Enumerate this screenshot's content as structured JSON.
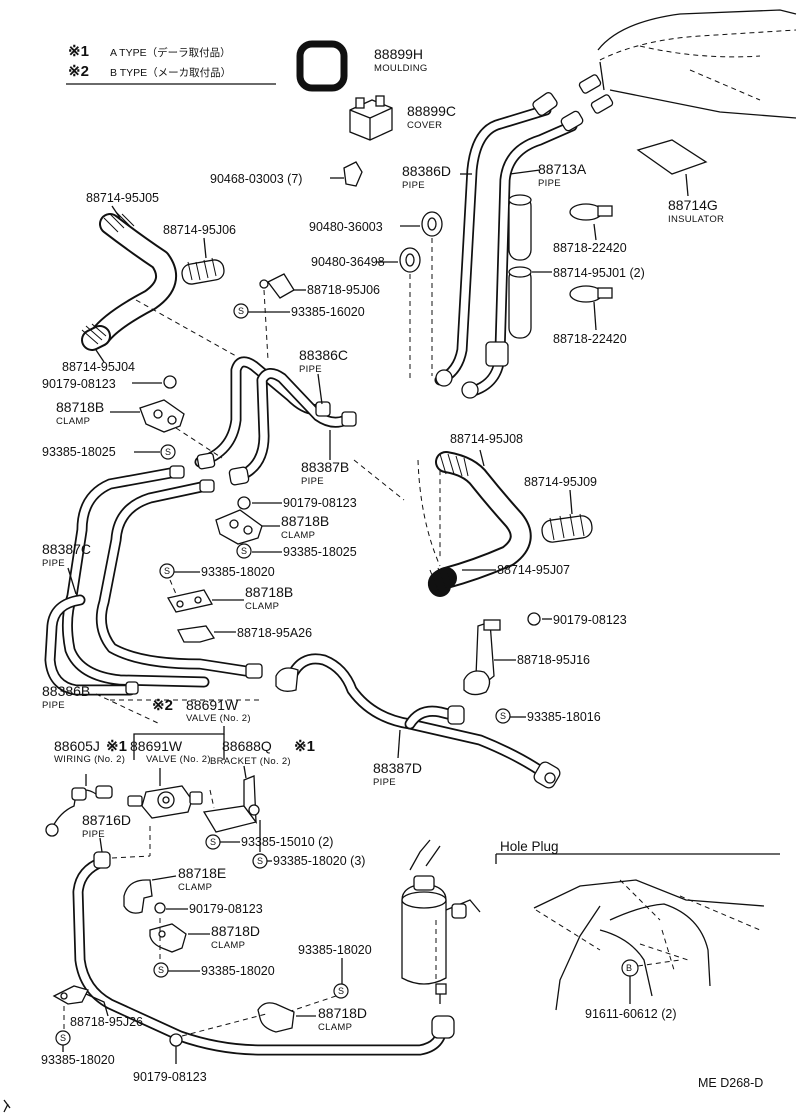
{
  "legend": {
    "a_mark": "※1",
    "a_text": "A TYPE（デーラ取付品）",
    "b_mark": "※2",
    "b_text": "B TYPE（メーカ取付品）"
  },
  "parts": [
    {
      "id": "88899H",
      "sub": "MOULDING"
    },
    {
      "id": "88899C",
      "sub": "COVER"
    },
    {
      "id": "90468-03003 (7)",
      "sub": ""
    },
    {
      "id": "88386D",
      "sub": "PIPE"
    },
    {
      "id": "88713A",
      "sub": "PIPE"
    },
    {
      "id": "88714G",
      "sub": "INSULATOR"
    },
    {
      "id": "88714-95J05",
      "sub": ""
    },
    {
      "id": "88714-95J06",
      "sub": ""
    },
    {
      "id": "90480-36003",
      "sub": ""
    },
    {
      "id": "90480-36498",
      "sub": ""
    },
    {
      "id": "88718-22420",
      "sub": ""
    },
    {
      "id": "88714-95J01 (2)",
      "sub": ""
    },
    {
      "id": "88718-22420",
      "sub": ""
    },
    {
      "id": "88718-95J06",
      "sub": ""
    },
    {
      "id": "93385-16020",
      "sub": ""
    },
    {
      "id": "88714-95J04",
      "sub": ""
    },
    {
      "id": "90179-08123",
      "sub": ""
    },
    {
      "id": "88386C",
      "sub": "PIPE"
    },
    {
      "id": "88718B",
      "sub": "CLAMP"
    },
    {
      "id": "93385-18025",
      "sub": ""
    },
    {
      "id": "88714-95J08",
      "sub": ""
    },
    {
      "id": "88387B",
      "sub": "PIPE"
    },
    {
      "id": "88714-95J09",
      "sub": ""
    },
    {
      "id": "90179-08123",
      "sub": ""
    },
    {
      "id": "88718B",
      "sub": "CLAMP"
    },
    {
      "id": "93385-18025",
      "sub": ""
    },
    {
      "id": "88387C",
      "sub": "PIPE"
    },
    {
      "id": "88714-95J07",
      "sub": ""
    },
    {
      "id": "93385-18020",
      "sub": ""
    },
    {
      "id": "88718B",
      "sub": "CLAMP"
    },
    {
      "id": "90179-08123",
      "sub": ""
    },
    {
      "id": "88718-95A26",
      "sub": ""
    },
    {
      "id": "88718-95J16",
      "sub": ""
    },
    {
      "id": "88386B",
      "sub": "PIPE"
    },
    {
      "id": "88691W",
      "sub": "VALVE (No. 2)"
    },
    {
      "id": "93385-18016",
      "sub": ""
    },
    {
      "id": "88605J",
      "sub": "WIRING (No. 2)"
    },
    {
      "id": "88691W",
      "sub": "VALVE (No. 2)"
    },
    {
      "id": "88688Q",
      "sub": "BRACKET (No. 2)"
    },
    {
      "id": "88387D",
      "sub": "PIPE"
    },
    {
      "id": "88716D",
      "sub": "PIPE"
    },
    {
      "id": "93385-15010 (2)",
      "sub": ""
    },
    {
      "id": "93385-18020 (3)",
      "sub": ""
    },
    {
      "id": "88718E",
      "sub": "CLAMP"
    },
    {
      "id": "90179-08123",
      "sub": ""
    },
    {
      "id": "88718D",
      "sub": "CLAMP"
    },
    {
      "id": "93385-18020",
      "sub": ""
    },
    {
      "id": "93385-18020",
      "sub": ""
    },
    {
      "id": "88718-95J26",
      "sub": ""
    },
    {
      "id": "88718D",
      "sub": "CLAMP"
    },
    {
      "id": "93385-18020",
      "sub": ""
    },
    {
      "id": "90179-08123",
      "sub": ""
    },
    {
      "id": "91611-60612 (2)",
      "sub": ""
    }
  ],
  "marks": {
    "m1": "※1",
    "m2": "※2",
    "s": "S",
    "b": "B"
  },
  "hole_plug": {
    "title": "Hole Plug"
  },
  "footer": {
    "code": "ME  D268-D"
  }
}
